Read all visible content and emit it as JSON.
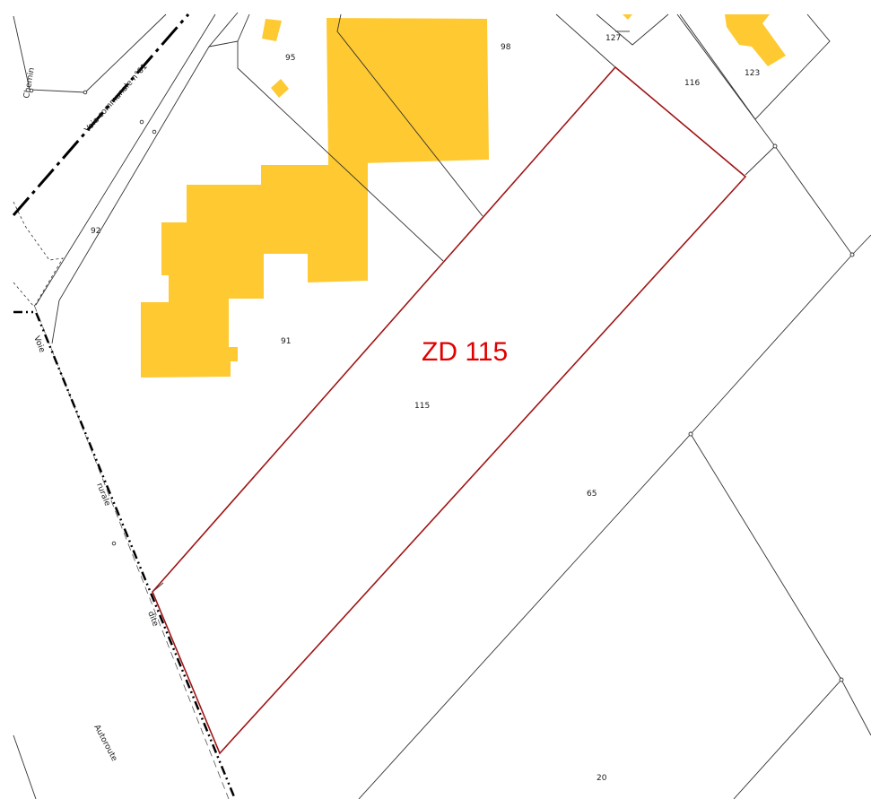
{
  "colors": {
    "building": "#fec931",
    "highlight": "#a01515",
    "highlight_label": "#e00000",
    "parcel_line": "#333333"
  },
  "highlight": {
    "label": "ZD 115"
  },
  "parcels": {
    "p91": "91",
    "p92": "92",
    "p95": "95",
    "p98": "98",
    "p127": "127",
    "p116": "116",
    "p123": "123",
    "p115": "115",
    "p65": "65",
    "p20": "20"
  },
  "roads": {
    "chemin": "Chemin",
    "voie_communale": "Voie communale n°61",
    "voie": "Voie",
    "rurale": "rurale",
    "dite": "dite",
    "autoroute": "Autoroute"
  }
}
